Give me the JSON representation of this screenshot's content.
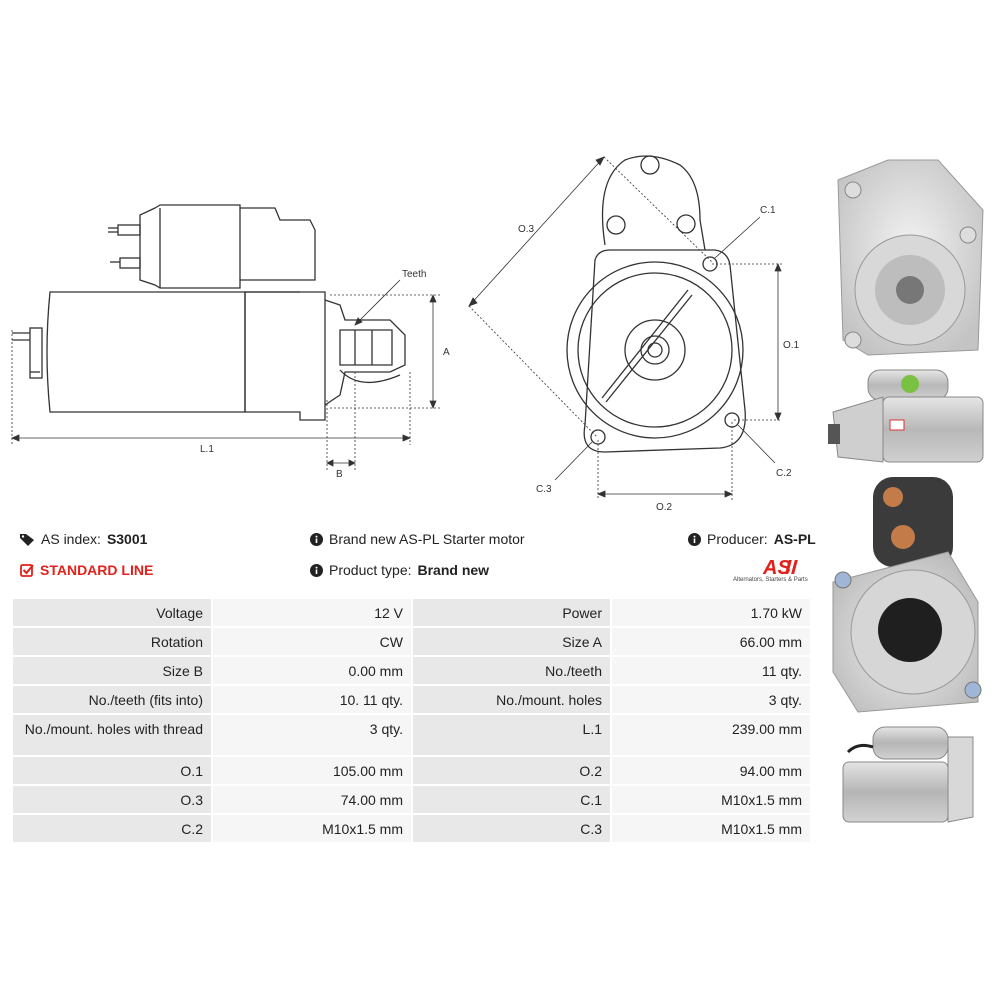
{
  "diagram": {
    "labels": {
      "teeth": "Teeth",
      "a": "A",
      "b": "B",
      "l1": "L.1",
      "o1": "O.1",
      "o2": "O.2",
      "o3": "O.3",
      "c1": "C.1",
      "c2": "C.2",
      "c3": "C.3"
    }
  },
  "info": {
    "as_index_label": "AS index:",
    "as_index_value": "S3001",
    "line_label": "STANDARD LINE",
    "description": "Brand new AS-PL Starter motor",
    "product_type_label": "Product type:",
    "product_type_value": "Brand new",
    "producer_label": "Producer:",
    "producer_value": "AS-PL",
    "logo_text": "AS",
    "logo_tagline": "Alternators, Starters & Parts"
  },
  "colors": {
    "accent_red": "#e2211c",
    "label_cell": "#e8e8e8",
    "value_cell": "#f6f6f6"
  },
  "specs": [
    [
      "Voltage",
      "12 V",
      "Power",
      "1.70 kW"
    ],
    [
      "Rotation",
      "CW",
      "Size A",
      "66.00 mm"
    ],
    [
      "Size B",
      "0.00 mm",
      "No./teeth",
      "11 qty."
    ],
    [
      "No./teeth (fits into)",
      "10. 11 qty.",
      "No./mount. holes",
      "3 qty."
    ],
    [
      "No./mount. holes with thread",
      "3 qty.",
      "L.1",
      "239.00 mm"
    ],
    [
      "O.1",
      "105.00 mm",
      "O.2",
      "94.00 mm"
    ],
    [
      "O.3",
      "74.00 mm",
      "C.1",
      "M10x1.5 mm"
    ],
    [
      "C.2",
      "M10x1.5 mm",
      "C.3",
      "M10x1.5 mm"
    ]
  ]
}
